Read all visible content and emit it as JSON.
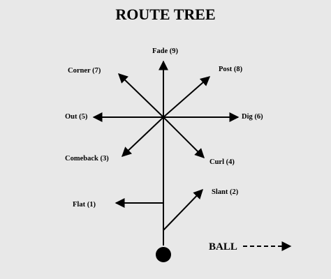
{
  "title": "ROUTE TREE",
  "routes": [
    {
      "id": "fade",
      "label": "Fade (9)"
    },
    {
      "id": "post",
      "label": "Post (8)"
    },
    {
      "id": "corner",
      "label": "Corner (7)"
    },
    {
      "id": "out",
      "label": "Out (5)"
    },
    {
      "id": "dig",
      "label": "Dig (6)"
    },
    {
      "id": "comeback",
      "label": "Comeback (3)"
    },
    {
      "id": "curl",
      "label": "Curl (4)"
    },
    {
      "id": "slant",
      "label": "Slant (2)"
    },
    {
      "id": "flat",
      "label": "Flat (1)"
    }
  ],
  "ball": {
    "label": "BALL"
  },
  "colors": {
    "ink": "#000000",
    "background": "#e8e8e8"
  }
}
